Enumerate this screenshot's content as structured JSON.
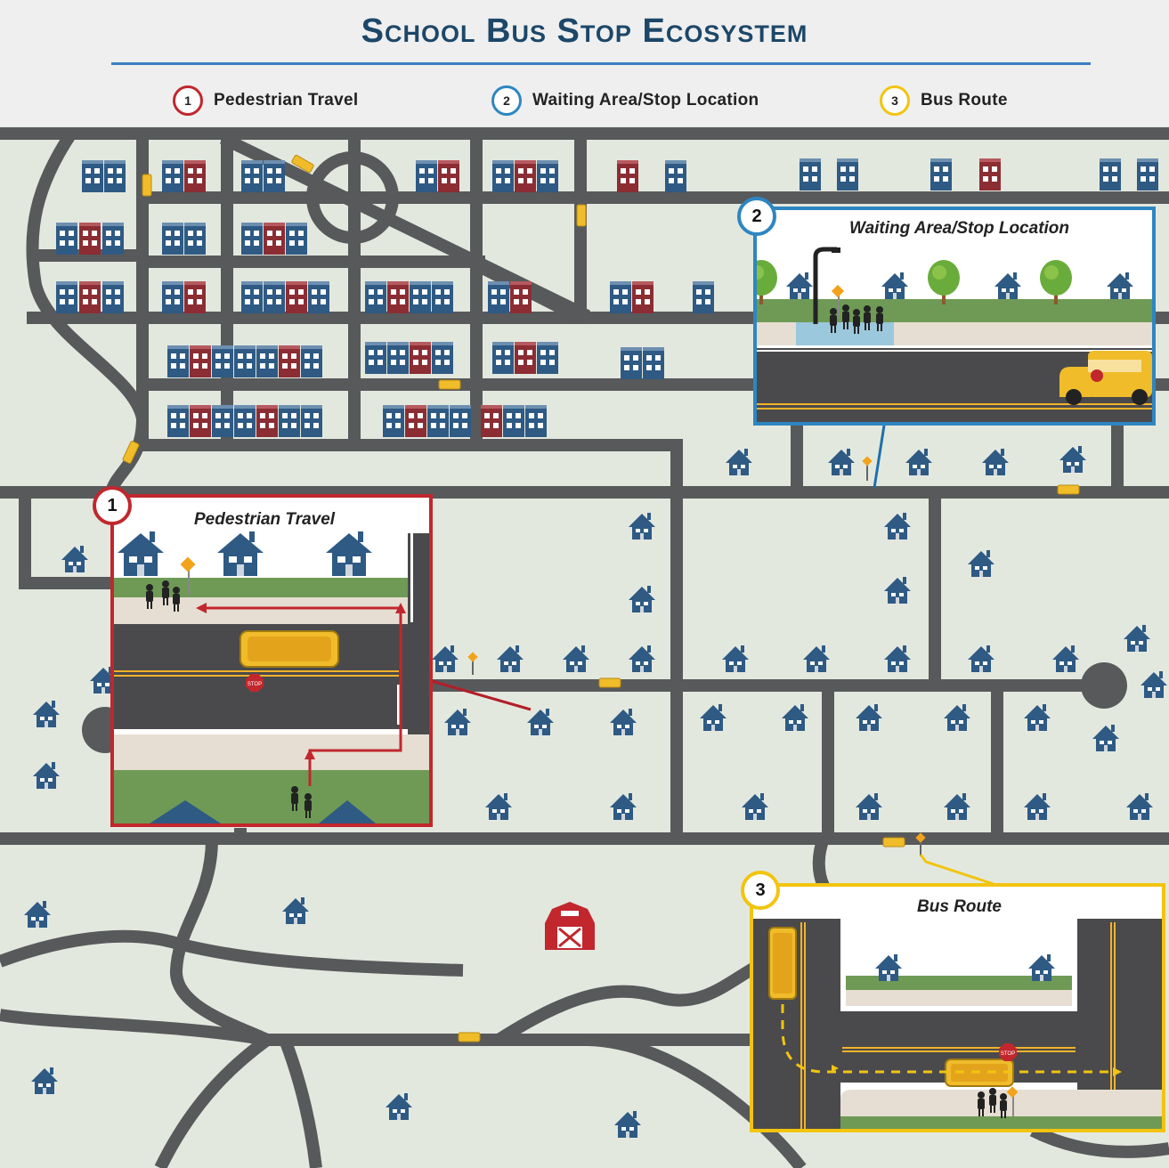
{
  "title": "School Bus Stop Ecosystem",
  "legend": [
    {
      "number": "1",
      "label": "Pedestrian Travel",
      "color": "#c1272d"
    },
    {
      "number": "2",
      "label": "Waiting Area/Stop Location",
      "color": "#2e86c1"
    },
    {
      "number": "3",
      "label": "Bus Route",
      "color": "#f2c40f"
    }
  ],
  "insets": {
    "pedestrian": {
      "number": "1",
      "title": "Pedestrian Travel",
      "stop_sign": "STOP"
    },
    "waiting": {
      "number": "2",
      "title": "Waiting Area/Stop Location"
    },
    "route": {
      "number": "3",
      "title": "Bus Route",
      "stop_sign": "STOP"
    }
  },
  "colors": {
    "background": "#e3e8df",
    "road": "#58595b",
    "house": "#2e5a84",
    "brick_house": "#8b2d33",
    "bus": "#f0bc2a",
    "grass": "#6e9a55",
    "sidewalk": "#e6ded2"
  },
  "icons": [
    "apartment-icon",
    "house-icon",
    "barn-icon",
    "school-bus-icon",
    "bus-stop-sign-icon",
    "streetlight-icon",
    "tree-icon",
    "pedestrian-icon",
    "stop-sign-icon"
  ]
}
